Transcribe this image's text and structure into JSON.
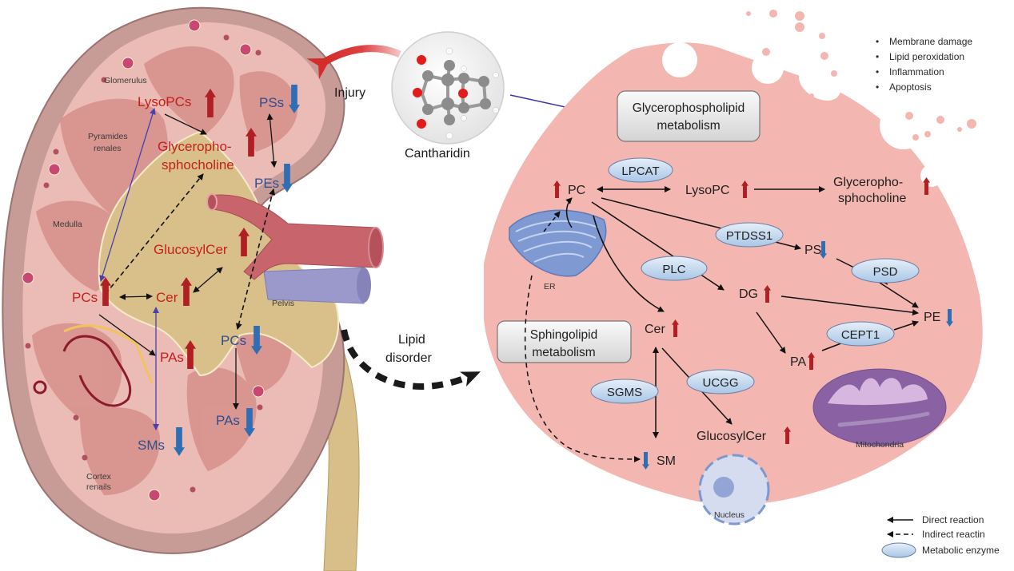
{
  "figure": {
    "compound": "Cantharidin",
    "injury_label": "Injury",
    "lipid_disorder_label": [
      "Lipid",
      "disorder"
    ],
    "effects": [
      "Membrane damage",
      "Lipid peroxidation",
      "Inflammation",
      "Apoptosis"
    ]
  },
  "kidney": {
    "anatomy": {
      "glomerulus": "Glomerulus",
      "pyramides": [
        "Pyramides",
        "renales"
      ],
      "medulla": "Medulla",
      "pelvis": "Pelvis",
      "cortex": [
        "Cortex",
        "renails"
      ]
    },
    "lipids": [
      {
        "name": "LysoPCs",
        "change": "up"
      },
      {
        "name": "Glycerophosphocholine",
        "lines": [
          "Glycerophо-",
          "sphocholine"
        ],
        "change": "up"
      },
      {
        "name": "GlucosylCer",
        "change": "up"
      },
      {
        "name": "PCs",
        "change": "up"
      },
      {
        "name": "Cer",
        "change": "up"
      },
      {
        "name": "PAs",
        "change": "up"
      },
      {
        "name": "SMs",
        "change": "down"
      },
      {
        "name": "PSs",
        "change": "down"
      },
      {
        "name": "PEs",
        "change": "down"
      },
      {
        "name": "PCs (lower)",
        "label": "PCs",
        "change": "down"
      },
      {
        "name": "PAs (lower)",
        "label": "PAs",
        "change": "down"
      }
    ]
  },
  "cell": {
    "pathways": {
      "glycerophospholipid": [
        "Glycerophospholipid",
        "metabolism"
      ],
      "sphingolipid": [
        "Sphingolipid",
        "metabolism"
      ]
    },
    "metabolites": {
      "PC": {
        "label": "PC",
        "change": "up"
      },
      "LysoPC": {
        "label": "LysoPC",
        "change": "up"
      },
      "GPC": {
        "lines": [
          "Glycerophо-",
          "sphocholine"
        ],
        "change": "up"
      },
      "PS": {
        "label": "PS",
        "change": "down"
      },
      "DG": {
        "label": "DG",
        "change": "up"
      },
      "PE": {
        "label": "PE",
        "change": "down"
      },
      "PA": {
        "label": "PA",
        "change": "up"
      },
      "Cer": {
        "label": "Cer",
        "change": "up"
      },
      "GlucosylCer": {
        "label": "GlucosylCer",
        "change": "up"
      },
      "SM": {
        "label": "SM",
        "change": "down"
      }
    },
    "enzymes": [
      "LPCAT",
      "PTDSS1",
      "PLC",
      "PSD",
      "CEPT1",
      "UCGG",
      "SGMS"
    ],
    "organelles": {
      "er": "ER",
      "mitochondria": "Mitochondria",
      "nucleus": "Nucleus"
    }
  },
  "legend": {
    "direct": "Direct reaction",
    "indirect": "Indirect reactin",
    "enzyme": "Metabolic enzyme"
  },
  "colors": {
    "up": "#b01f24",
    "down": "#2f6db5",
    "cell": "#f4b6b1",
    "enzyme": "#c9dcef"
  }
}
